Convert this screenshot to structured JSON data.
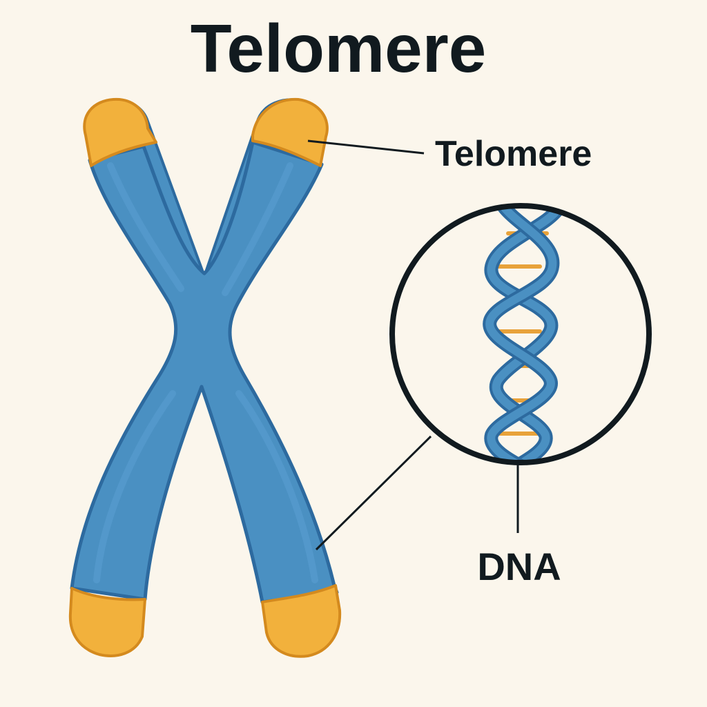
{
  "title": "Telomere",
  "labels": {
    "telomere": "Telomere",
    "dna": "DNA"
  },
  "colors": {
    "background": "#fbf6ec",
    "chromosome_fill": "#4a90c2",
    "chromosome_outline": "#2d6a9f",
    "telomere_fill": "#f2b13c",
    "telomere_outline": "#d48a1e",
    "base_pair": "#e8a23a",
    "ink": "#111a1f"
  }
}
